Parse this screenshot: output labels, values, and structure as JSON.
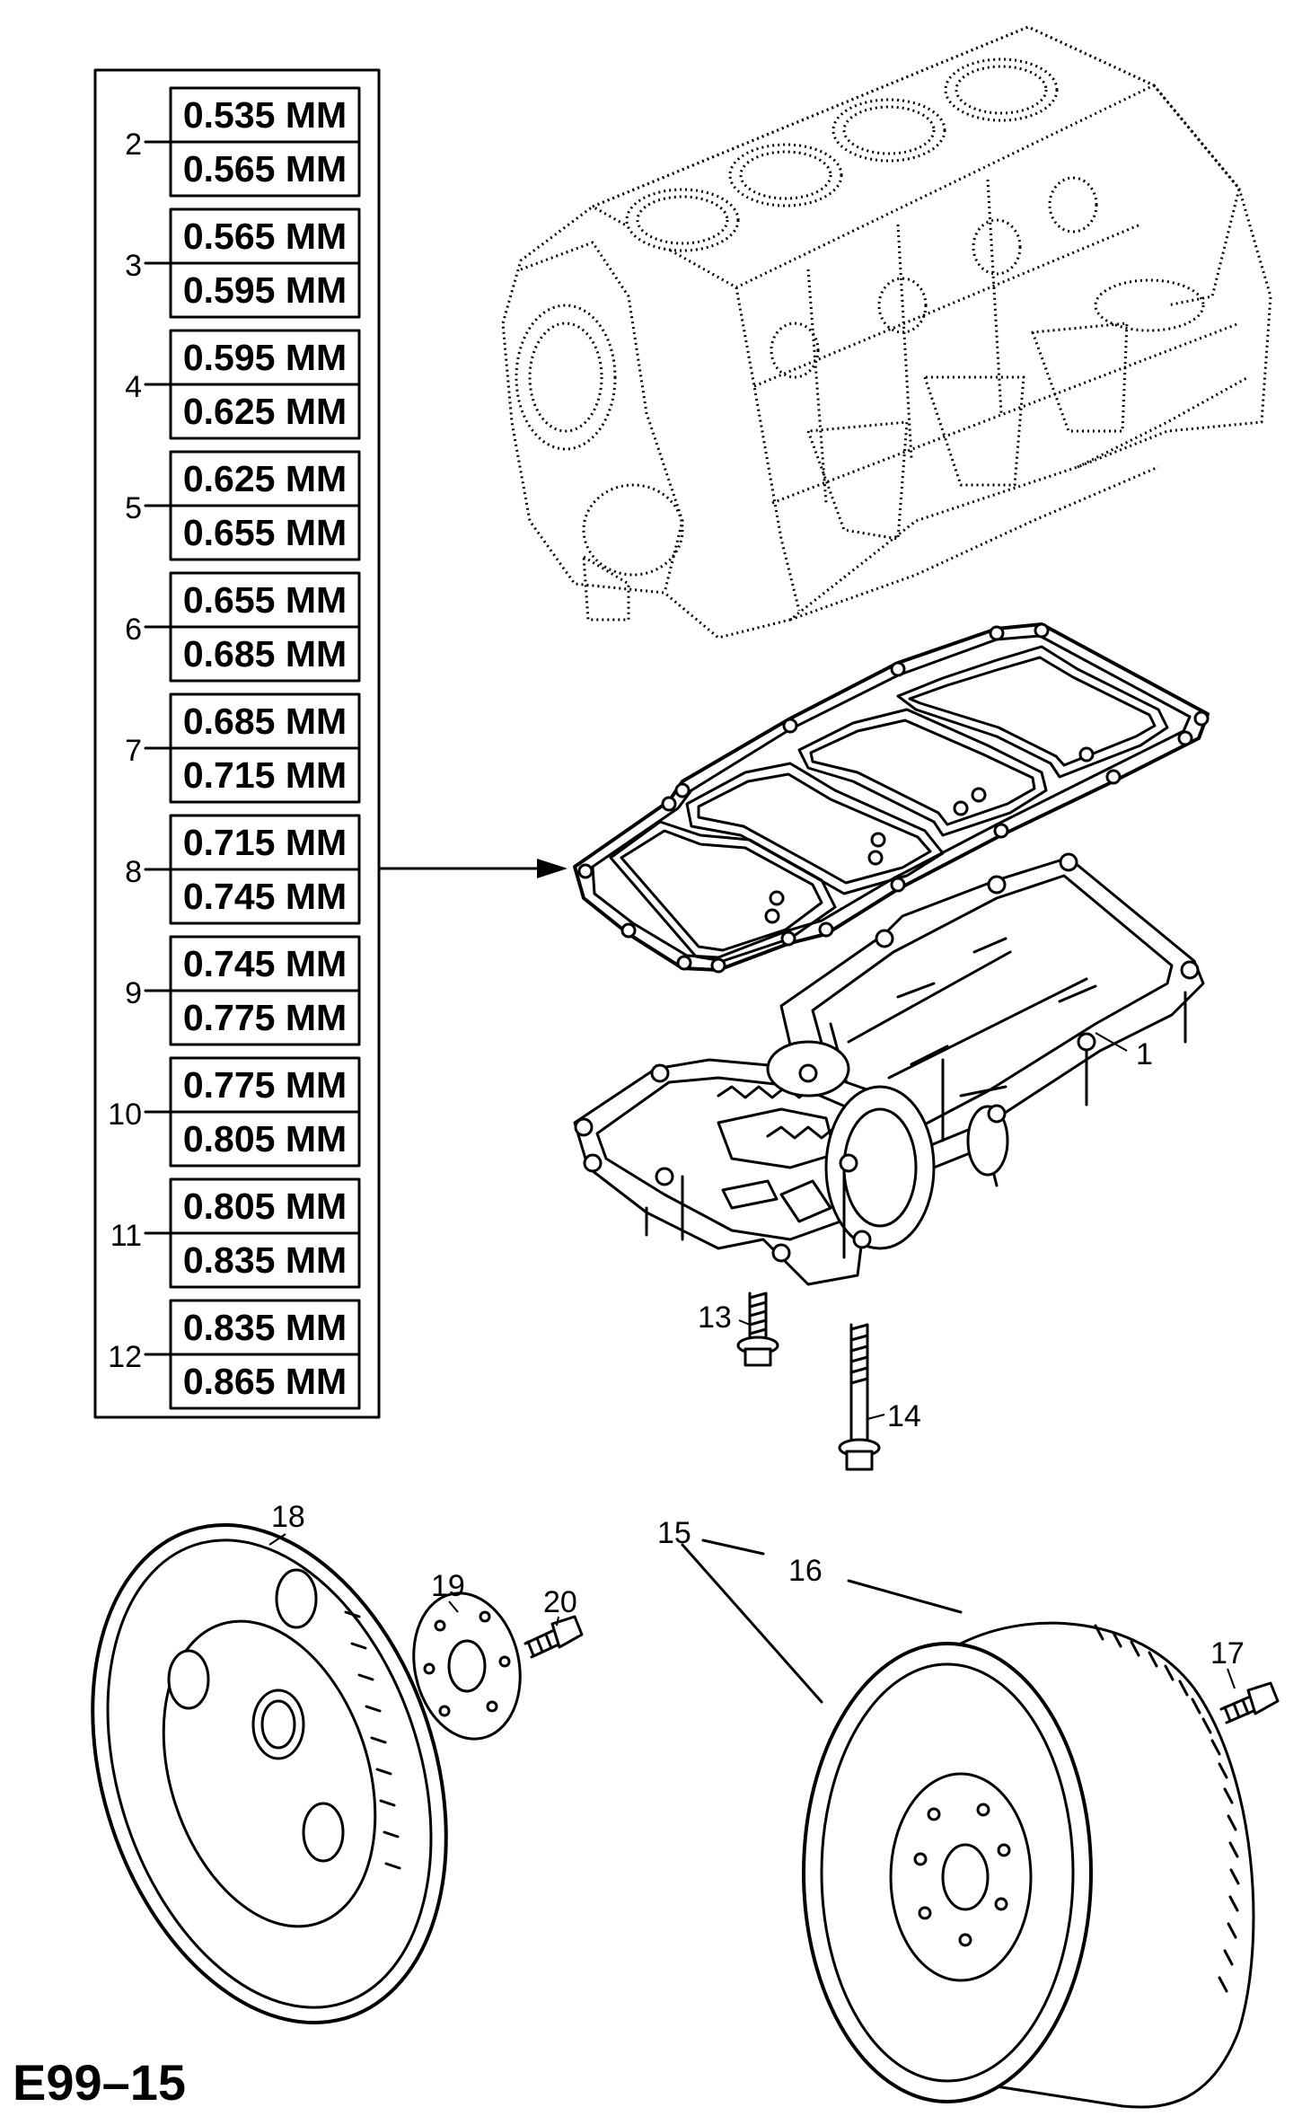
{
  "diagram_code": "E99–15",
  "shim_table": [
    {
      "callout": "2",
      "min": "0.535 MM",
      "max": "0.565 MM"
    },
    {
      "callout": "3",
      "min": "0.565 MM",
      "max": "0.595 MM"
    },
    {
      "callout": "4",
      "min": "0.595 MM",
      "max": "0.625 MM"
    },
    {
      "callout": "5",
      "min": "0.625 MM",
      "max": "0.655 MM"
    },
    {
      "callout": "6",
      "min": "0.655 MM",
      "max": "0.685 MM"
    },
    {
      "callout": "7",
      "min": "0.685 MM",
      "max": "0.715 MM"
    },
    {
      "callout": "8",
      "min": "0.715 MM",
      "max": "0.745 MM"
    },
    {
      "callout": "9",
      "min": "0.745 MM",
      "max": "0.775 MM"
    },
    {
      "callout": "10",
      "min": "0.775 MM",
      "max": "0.805 MM"
    },
    {
      "callout": "11",
      "min": "0.805 MM",
      "max": "0.835 MM"
    },
    {
      "callout": "12",
      "min": "0.835 MM",
      "max": "0.865 MM"
    }
  ],
  "callouts": {
    "balance_shaft_unit": "1",
    "bolt_short": "13",
    "bolt_long": "14",
    "flywheel_a": "15",
    "flywheel_b": "16",
    "flywheel_bolt": "17",
    "flexplate": "18",
    "reinforcement_plate": "19",
    "flexplate_bolt": "20"
  }
}
